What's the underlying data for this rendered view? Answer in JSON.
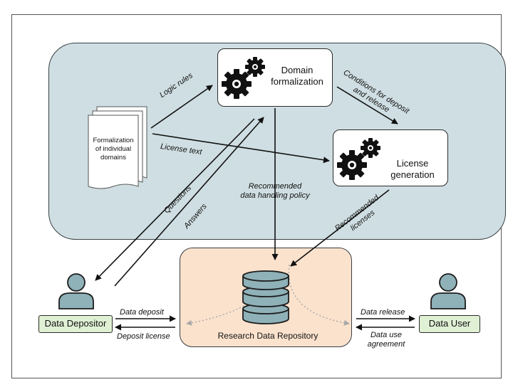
{
  "nodes": {
    "domain_formalization": "Domain\nformalization",
    "license_generation": "License\ngeneration",
    "formalization_docs": "Formalization\nof individual\ndomains",
    "repository": "Research Data Repository",
    "data_depositor": "Data Depositor",
    "data_user": "Data User"
  },
  "edges": {
    "logic_rules": "Logic rules",
    "license_text": "License text",
    "conditions": "Conditions for deposit\nand release",
    "recommended_policy": "Recommended\ndata handling policy",
    "recommended_licenses": "Recommended\nlicenses",
    "questions": "Questions",
    "answers": "Answers",
    "data_deposit": "Data deposit",
    "deposit_license": "Deposit license",
    "data_release": "Data release",
    "data_use_agreement": "Data use\nagreement"
  },
  "colors": {
    "panel": "#cfdee2",
    "repository": "#fbe2cd",
    "role": "#dff0d4",
    "person": "#8fb1b8",
    "database": "#8fb1b8",
    "arrow": "#111111"
  },
  "icons": [
    "gears-icon",
    "document-stack-icon",
    "database-icon",
    "person-icon"
  ]
}
